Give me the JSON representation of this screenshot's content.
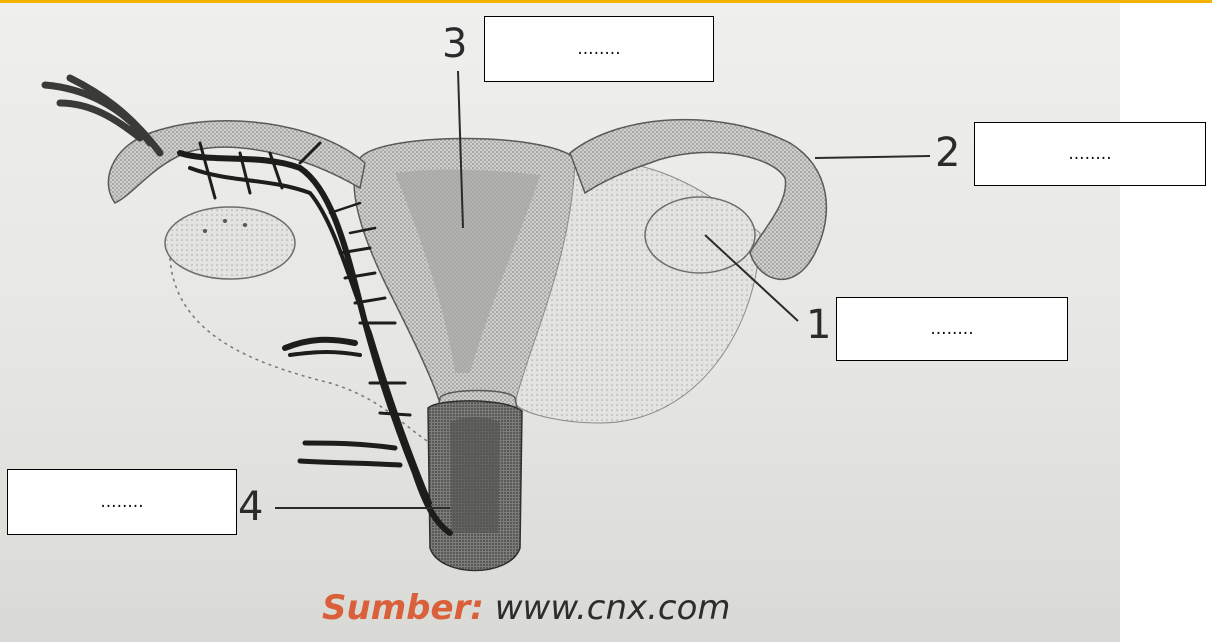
{
  "diagram": {
    "labels": [
      {
        "number": "1",
        "answer": "........"
      },
      {
        "number": "2",
        "answer": "........"
      },
      {
        "number": "3",
        "answer": "........"
      },
      {
        "number": "4",
        "answer": "........"
      }
    ],
    "source": {
      "label": "Sumber:",
      "url": "www.cnx.com"
    }
  },
  "colors": {
    "accent_rule": "#f2b300",
    "source_label": "#d9603a"
  }
}
